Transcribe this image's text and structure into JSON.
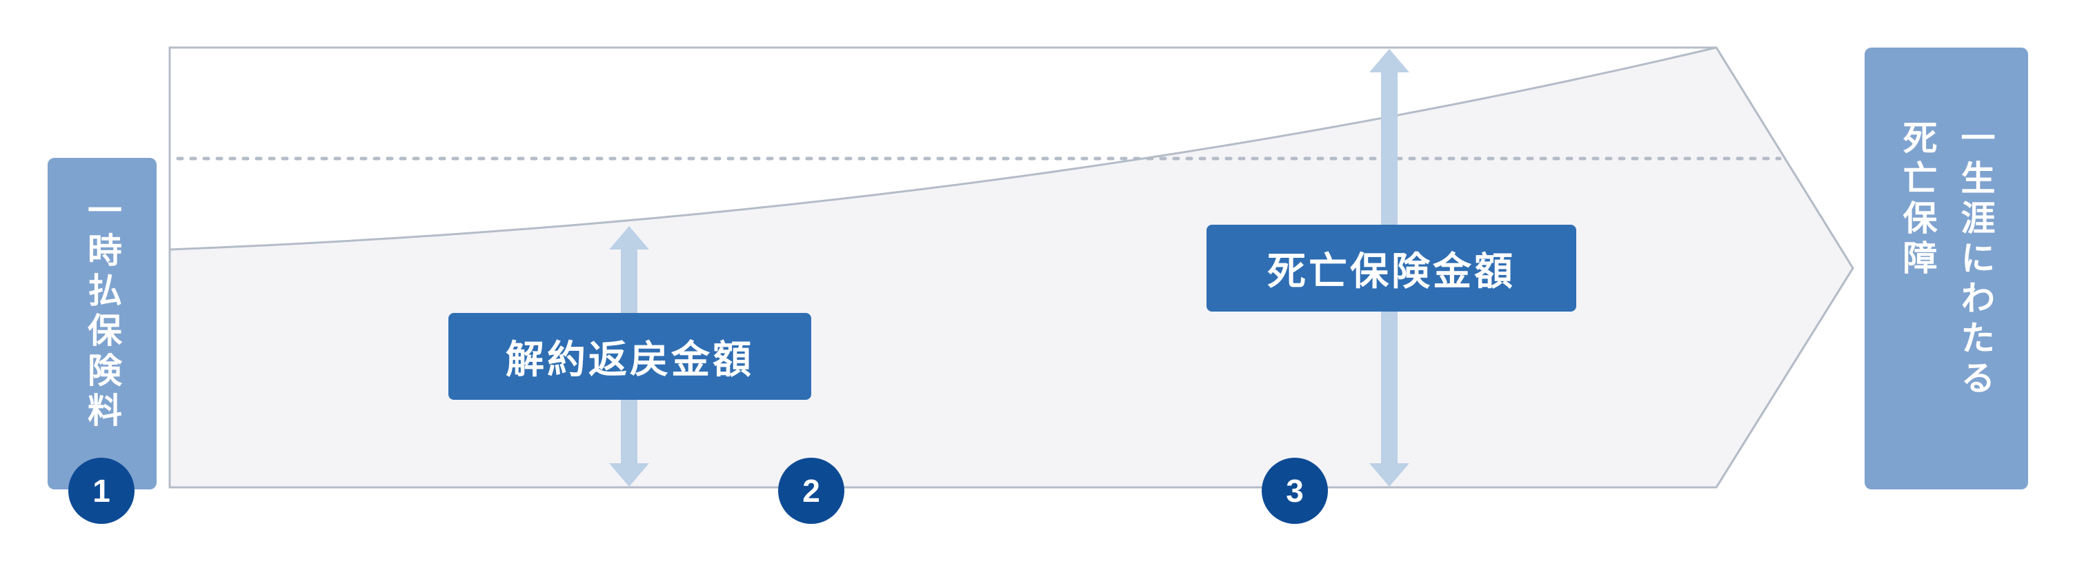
{
  "lump_sum_premium": "一時払保険料",
  "surrender_value": "解約返戻金額",
  "death_benefit": "死亡保険金額",
  "lifetime_coverage": "一生涯にわたる\n死亡保障",
  "badges": [
    "1",
    "2",
    "3"
  ],
  "colors": {
    "box_fill": "#7fa3cf",
    "label_fill": "#2f6eb3",
    "badge_fill": "#0d4a94",
    "arrow_fill": "#bcd0e6",
    "outline": "#b4bcc8",
    "area_fill": "#f4f4f7"
  }
}
